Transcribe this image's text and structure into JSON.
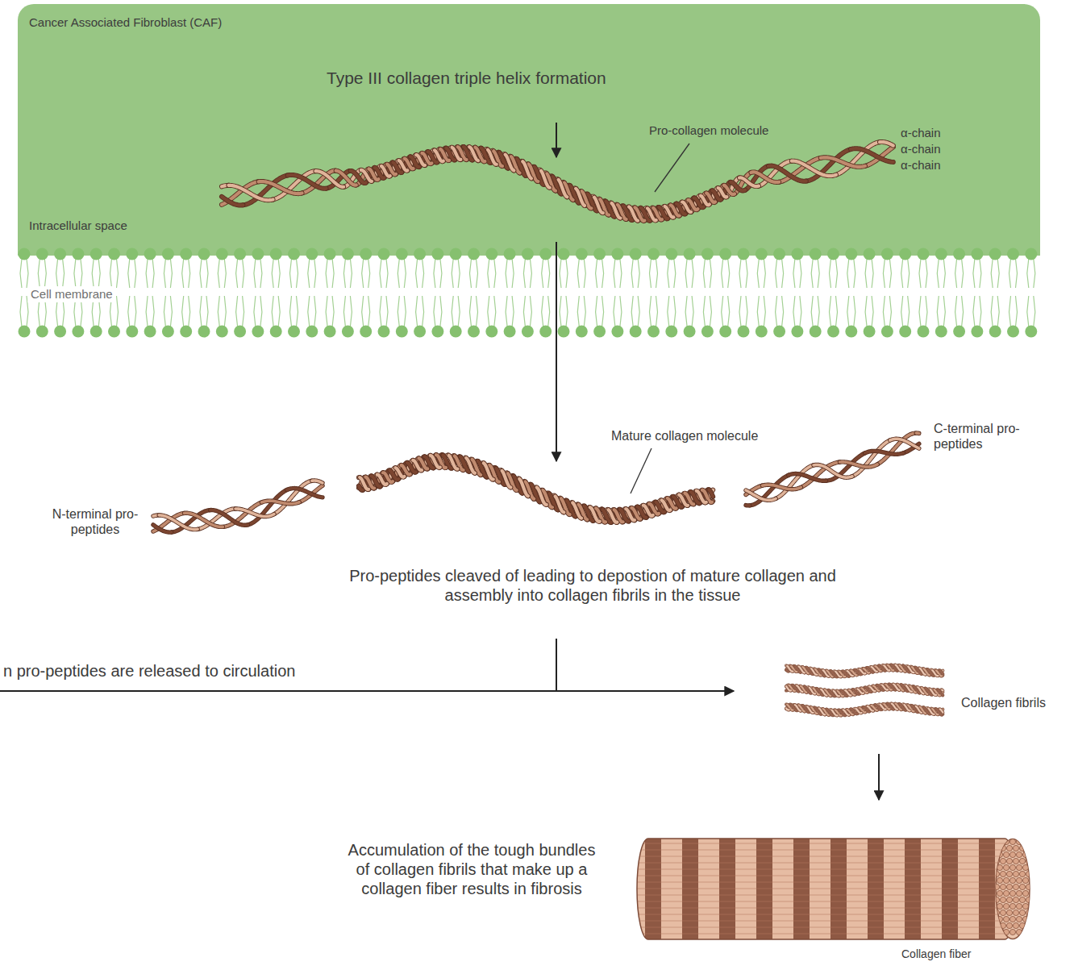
{
  "diagram": {
    "nodes": [
      {
        "text": [
          "Cancer Associated Fibroblast (CAF)",
          "Intracellular space"
        ]
      },
      {
        "text": [
          "Cell membrane"
        ]
      }
    ],
    "labels": [
      "Type III collagen triple helix formation",
      "Pro-collagen molecule",
      "α-chain",
      "α-chain",
      "α-chain",
      "Mature collagen molecule",
      "C-terminal pro-peptides",
      "N-terminal pro-peptides",
      "Pro-peptides cleaved of leading to depostion of mature collagen and assembly into collagen fibrils in the tissue",
      "n pro-peptides are released to circulation",
      "Collagen fibrils",
      "Accumulation of the tough bundles of collagen fibrils that make up a collagen fiber results in fibrosis",
      "Collagen fiber"
    ]
  }
}
